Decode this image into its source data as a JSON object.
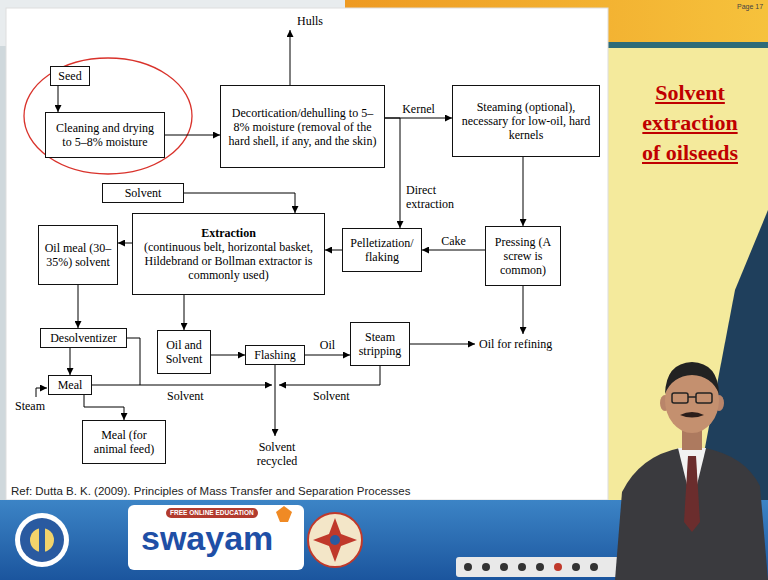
{
  "diagram": {
    "title": "Solvent extraction of oilseeds",
    "nodes": [
      {
        "text": [
          "Seed"
        ]
      },
      {
        "text": [
          "Cleaning and drying to 5–8% moisture"
        ]
      },
      {
        "text": [
          "Decortication/dehulling to 5–8% moisture (removal of the hard shell, if any, and the skin)"
        ]
      },
      {
        "text": [
          "Steaming (optional), necessary for low-oil, hard kernels"
        ]
      },
      {
        "text": [
          "Solvent"
        ]
      },
      {
        "text": [
          "Oil meal (30–35%) solvent"
        ]
      },
      {
        "text": [
          "Extraction",
          "(continuous belt, horizontal basket, Hildebrand or Bollman extractor is commonly used)"
        ]
      },
      {
        "text": [
          "Pelletization/ flaking"
        ]
      },
      {
        "text": [
          "Pressing (A screw is common)"
        ]
      },
      {
        "text": [
          "Desolventizer"
        ]
      },
      {
        "text": [
          "Oil and Solvent"
        ]
      },
      {
        "text": [
          "Flashing"
        ]
      },
      {
        "text": [
          "Steam stripping"
        ]
      },
      {
        "text": [
          "Meal"
        ]
      },
      {
        "text": [
          "Meal (for animal feed)"
        ]
      }
    ],
    "edges": [
      {
        "from": 0,
        "to": 1,
        "arrow": "to"
      },
      {
        "from": 1,
        "to": 2,
        "arrow": "to"
      },
      {
        "from": 2,
        "to": 3,
        "label": "Kernel",
        "arrow": "to"
      },
      {
        "from": 3,
        "to": 8,
        "arrow": "to"
      },
      {
        "from": 8,
        "to": 7,
        "label": "Cake",
        "arrow": "to"
      },
      {
        "from": 2,
        "to": 7,
        "label": "Direct extraction",
        "arrow": "to"
      },
      {
        "from": 7,
        "to": 6,
        "arrow": "to"
      },
      {
        "from": 4,
        "to": 6,
        "arrow": "to"
      },
      {
        "from": 6,
        "to": 5,
        "arrow": "to"
      },
      {
        "from": 5,
        "to": 9,
        "arrow": "to"
      },
      {
        "from": 9,
        "to": 13,
        "arrow": "to"
      },
      {
        "from": 13,
        "to": 14,
        "arrow": "to"
      },
      {
        "from": 6,
        "to": 10,
        "arrow": "to"
      },
      {
        "from": 10,
        "to": 11,
        "arrow": "to"
      },
      {
        "from": 11,
        "to": 12,
        "label": "Oil",
        "arrow": "to"
      }
    ],
    "labels": [
      "Page 17",
      "Hulls",
      "Oil for refining",
      "Solvent",
      "Solvent",
      "Steam",
      "Solvent recycled",
      "Ref: Dutta B. K. (2009). Principles of Mass Transfer and Separation Processes",
      "FREE ONLINE EDUCATION",
      "swayam"
    ]
  }
}
